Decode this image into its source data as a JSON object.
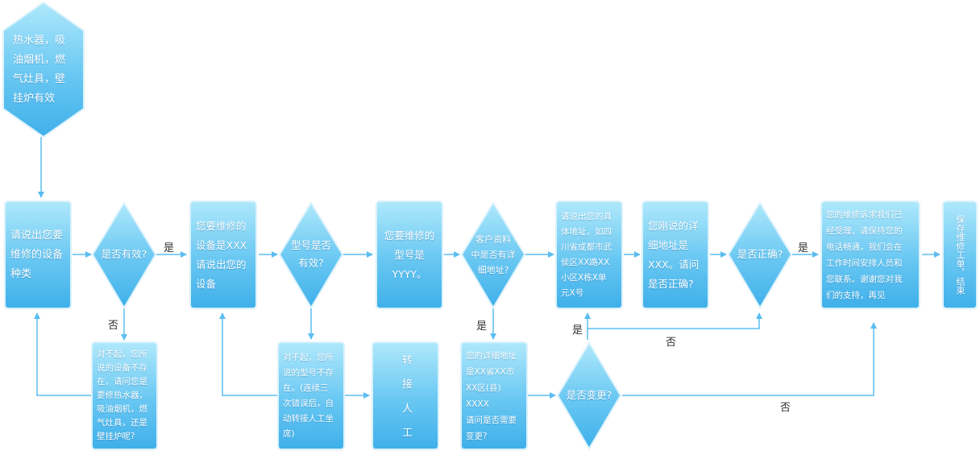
{
  "start": {
    "text": "热水器，吸\n油烟机，燃\n气灶具，壁\n挂炉有效"
  },
  "nodes": {
    "ask_device": "请说出您要\n维修的设备\n种类",
    "device_valid": "是否有效?",
    "device_invalid": "对不起，您所\n说的设备不存\n在，请问您是\n要修热水器，\n吸油烟机，燃\n气灶具，还是\n壁挂炉呢?",
    "confirm_device": "您要维修的\n设备是XXX\n请说出您的\n设备",
    "model_valid": "型号是否\n有效?",
    "model_invalid": "对不起，您所\n说的型号不存\n在。(连续三\n次错误后，自\n动转接人工坐\n席)",
    "transfer_agent": "转\n接\n人\n工",
    "confirm_model": "您要维修的\n型号是\nYYYY。",
    "has_address": "客户资料\n中是否有详\n细地址?",
    "address_known": "您的详细地址\n是XX省XX市\nXX区(县) XXXX\n请问是否需要\n变更?",
    "change_address": "是否变更?",
    "ask_address": "请说出您的具\n体地址，如四\n川省成都市武\n侯区XX路XX\n小区X栋X单\n元X号",
    "confirm_address": "您刚说的详\n细地址是\nXXX。请问\n是否正确?",
    "address_correct": "是否正确?",
    "accepted": "您的维修诉求我们已\n经受理，请保持您的\n电话畅通，我们会在\n工作时间安排人员和\n您联系。谢谢您对我\n们的支持，再见",
    "save_end": "保存维修工单，结束"
  },
  "edge_labels": {
    "yes_device": "是",
    "no_device": "否",
    "yes_address_data": "是",
    "yes_change": "是",
    "no_address_correct": "否",
    "yes_address_correct": "是",
    "no_change": "否"
  },
  "colors": {
    "node_top": "#aee8fb",
    "node_bottom": "#3fb0ea",
    "connector": "#5bbdf0",
    "text": "#ffffff",
    "label_text": "#333333"
  }
}
